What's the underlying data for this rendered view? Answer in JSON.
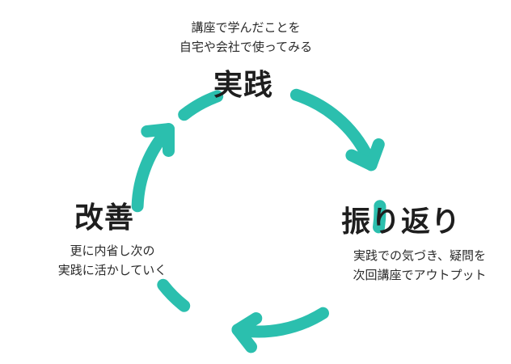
{
  "colors": {
    "arc": "#2bbfae",
    "text": "#1e1e1e",
    "background": "#ffffff"
  },
  "stages": {
    "practice": {
      "title": "実践",
      "lines": [
        "講座で学んだことを",
        "自宅や会社で使ってみる"
      ]
    },
    "reflection": {
      "title": "振り返り",
      "lines": [
        "実践での気づき、疑問を",
        "次回講座でアウトプット"
      ]
    },
    "improvement": {
      "title": "改善",
      "lines": [
        "更に内省し次の",
        "実践に活かしていく"
      ]
    }
  }
}
